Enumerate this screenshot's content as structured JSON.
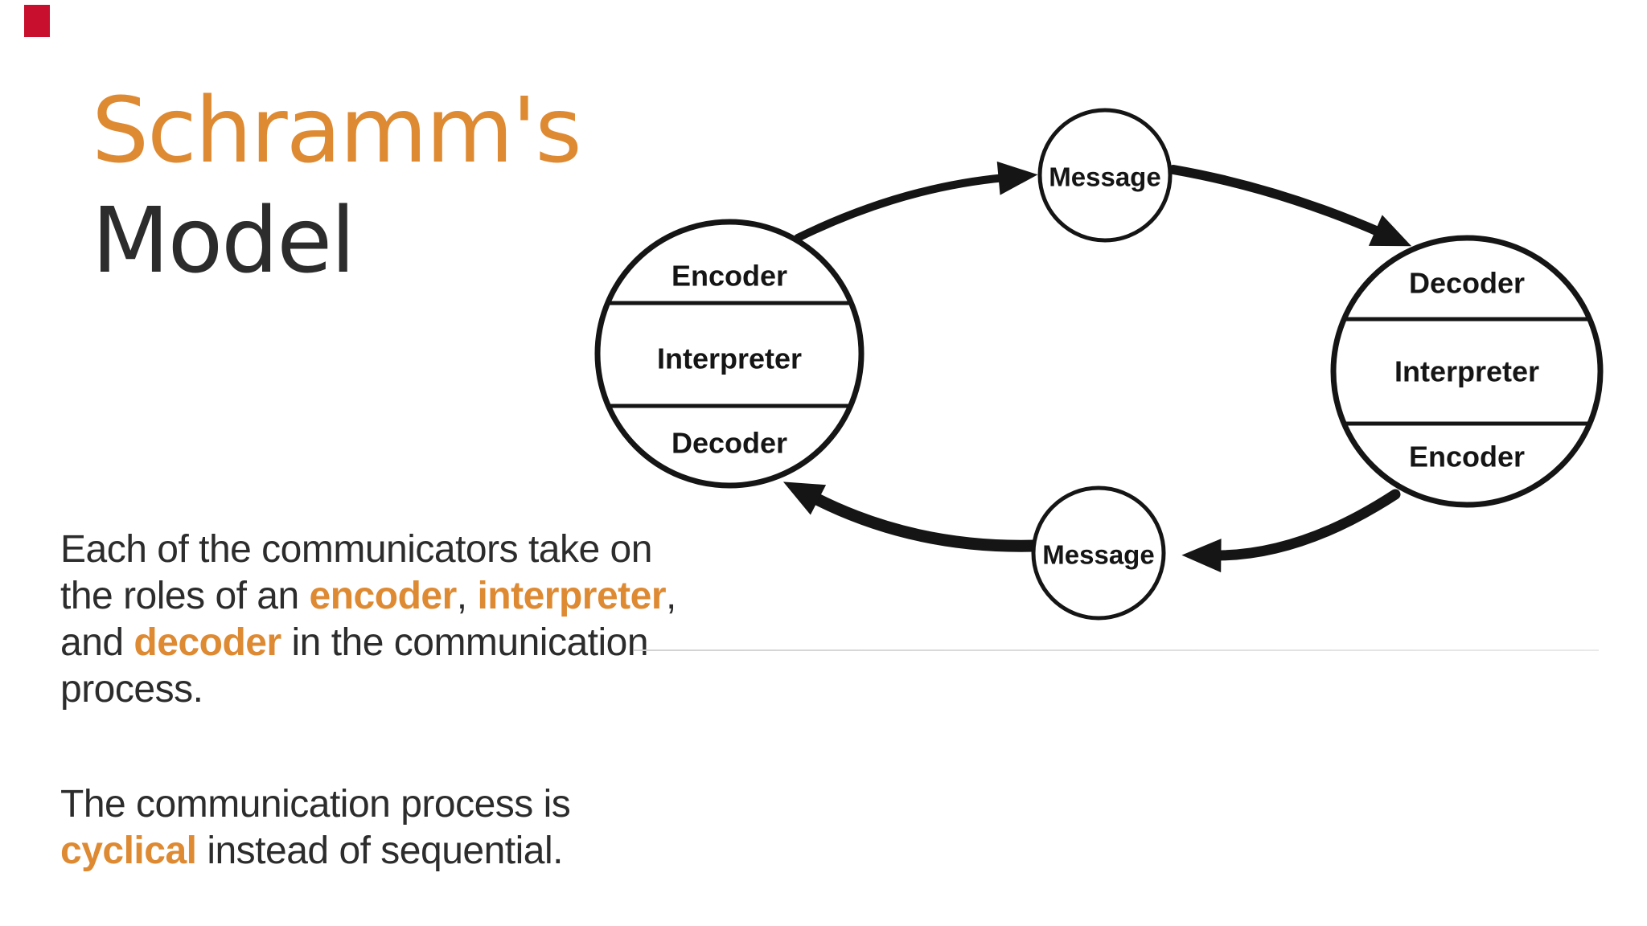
{
  "colors": {
    "accent": "#DE8A33",
    "text": "#2C2C2C",
    "ink": "#151515",
    "badge": "#C8102E",
    "divider": "#D6D6D6"
  },
  "title": {
    "line1": "Schramm's",
    "line2": "Model"
  },
  "paragraphs": [
    {
      "name": "roles",
      "lines": [
        [
          {
            "t": "Each of the communicators take on"
          }
        ],
        [
          {
            "t": "the roles of an "
          },
          {
            "t": "encoder",
            "accent": true
          },
          {
            "t": ", "
          },
          {
            "t": "interpreter",
            "accent": true
          },
          {
            "t": ","
          }
        ],
        [
          {
            "t": "and "
          },
          {
            "t": "decoder",
            "accent": true
          },
          {
            "t": " in the communication"
          }
        ],
        [
          {
            "t": "process."
          }
        ]
      ]
    },
    {
      "name": "cyclical",
      "lines": [
        [
          {
            "t": "The communication process is"
          }
        ],
        [
          {
            "t": "cyclical",
            "accent": true
          },
          {
            "t": " instead of sequential."
          }
        ]
      ]
    }
  ],
  "diagram": {
    "left_circle": {
      "sections": [
        "Encoder",
        "Interpreter",
        "Decoder"
      ]
    },
    "right_circle": {
      "sections": [
        "Decoder",
        "Interpreter",
        "Encoder"
      ]
    },
    "top_message": {
      "label": "Message"
    },
    "bottom_message": {
      "label": "Message"
    }
  }
}
